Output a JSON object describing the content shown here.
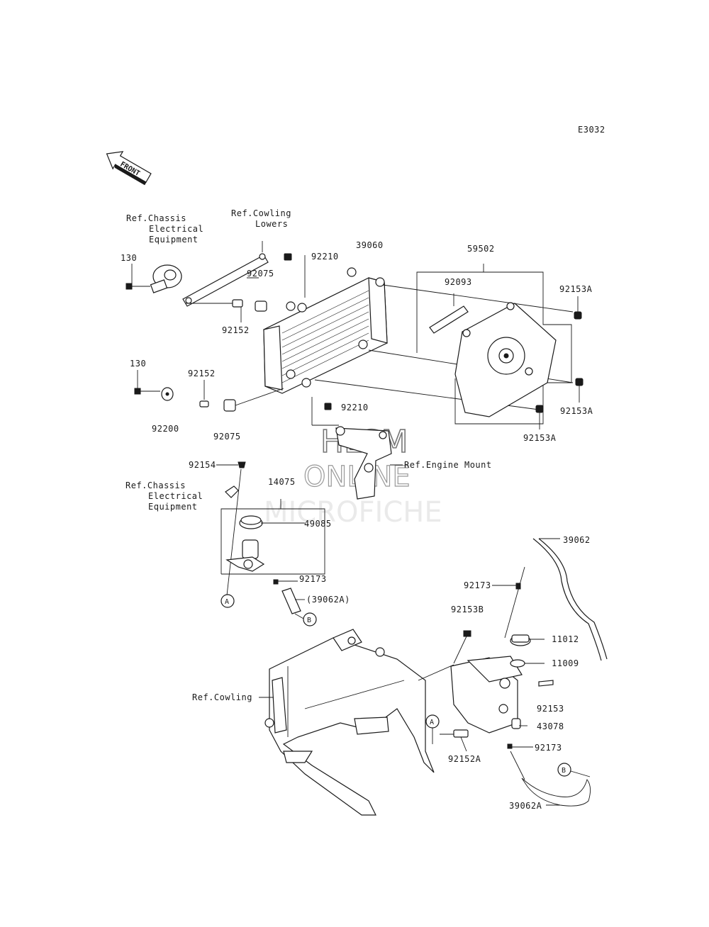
{
  "diagram_code": "E3032",
  "front_arrow": "FRONT",
  "watermark": [
    "HLSM",
    "ONLINE",
    "MICROFICHE"
  ],
  "refs": {
    "chassis_1": [
      "Ref.Chassis",
      "Electrical",
      "Equipment"
    ],
    "cowling_lowers": [
      "Ref.Cowling",
      "Lowers"
    ],
    "engine_mount": "Ref.Engine Mount",
    "chassis_2": [
      "Ref.Chassis",
      "Electrical",
      "Equipment"
    ],
    "cowling": "Ref.Cowling"
  },
  "parts": {
    "p130a": "130",
    "p92210a": "92210",
    "p39060": "39060",
    "p59502": "59502",
    "p92075a": "92075",
    "p92093": "92093",
    "p92153Aa": "92153A",
    "p92152a": "92152",
    "p130b": "130",
    "p92152b": "92152",
    "p92210b": "92210",
    "p92153Ab": "92153A",
    "p92200": "92200",
    "p92075b": "92075",
    "p92153Ac": "92153A",
    "p92154": "92154",
    "p14075": "14075",
    "p49085": "49085",
    "p92173a": "92173",
    "p39062A_paren": "(39062A)",
    "p39062": "39062",
    "p92173b": "92173",
    "p92153B": "92153B",
    "p11012": "11012",
    "p11009": "11009",
    "p92153": "92153",
    "p43078": "43078",
    "p92152A": "92152A",
    "p92173c": "92173",
    "p39062A": "39062A"
  },
  "markers": {
    "a": "A",
    "b": "B"
  }
}
